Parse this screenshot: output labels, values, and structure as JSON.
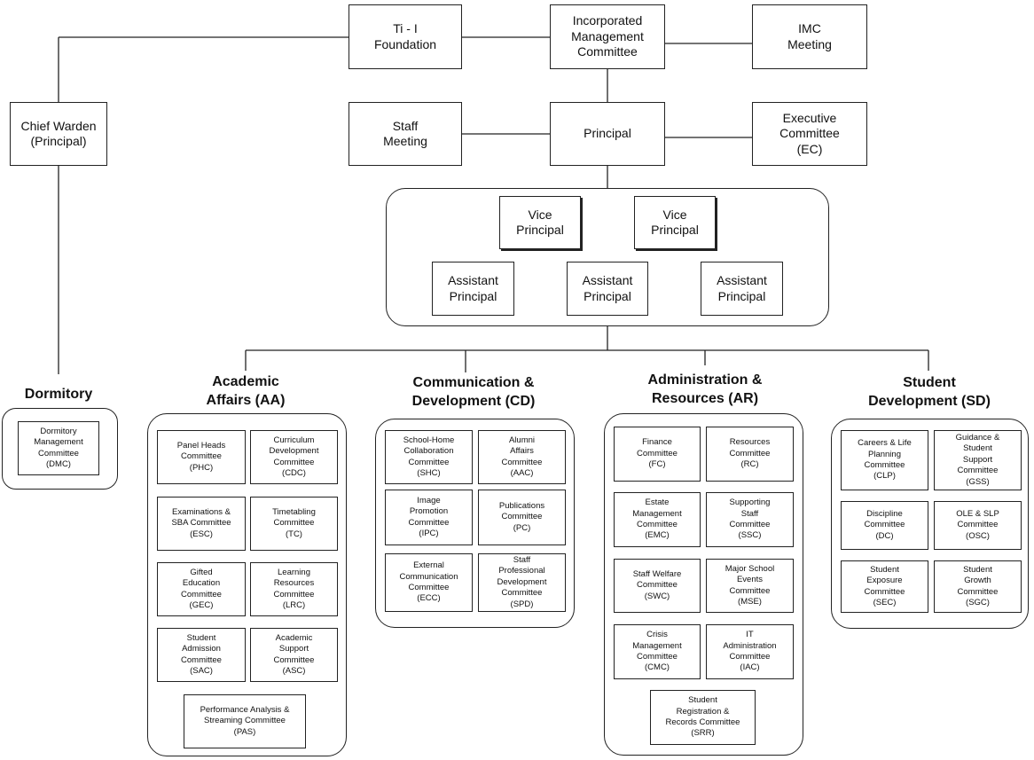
{
  "top": {
    "ti_foundation": "Ti - I\nFoundation",
    "imc": "Incorporated\nManagement\nCommittee",
    "imc_meeting": "IMC\nMeeting",
    "chief_warden": "Chief Warden\n(Principal)",
    "staff_meeting": "Staff\nMeeting",
    "principal": "Principal",
    "executive_committee": "Executive\nCommittee\n(EC)"
  },
  "leadership": {
    "vp1": "Vice\nPrincipal",
    "vp2": "Vice\nPrincipal",
    "ap1": "Assistant\nPrincipal",
    "ap2": "Assistant\nPrincipal",
    "ap3": "Assistant\nPrincipal"
  },
  "dormitory": {
    "heading": "Dormitory",
    "items": [
      "Dormitory\nManagement\nCommittee\n(DMC)"
    ]
  },
  "academic": {
    "heading": "Academic\nAffairs (AA)",
    "items": [
      "Panel Heads\nCommittee\n(PHC)",
      "Curriculum\nDevelopment\nCommittee\n(CDC)",
      "Examinations &\nSBA Committee\n(ESC)",
      "Timetabling\nCommittee\n(TC)",
      "Gifted\nEducation\nCommittee\n(GEC)",
      "Learning\nResources\nCommittee\n(LRC)",
      "Student\nAdmission\nCommittee\n(SAC)",
      "Academic\nSupport\nCommittee\n(ASC)",
      "Performance Analysis &\nStreaming Committee\n(PAS)"
    ]
  },
  "communication": {
    "heading": "Communication &\nDevelopment (CD)",
    "items": [
      "School-Home\nCollaboration\nCommittee\n(SHC)",
      "Alumni\nAffairs\nCommittee\n(AAC)",
      "Image\nPromotion\nCommittee\n(IPC)",
      "Publications\nCommittee\n(PC)",
      "External\nCommunication\nCommittee\n(ECC)",
      "Staff\nProfessional\nDevelopment\nCommittee\n(SPD)"
    ]
  },
  "administration": {
    "heading": "Administration &\nResources (AR)",
    "items": [
      "Finance\nCommittee\n(FC)",
      "Resources\nCommittee\n(RC)",
      "Estate\nManagement\nCommittee\n(EMC)",
      "Supporting\nStaff\nCommittee\n(SSC)",
      "Staff Welfare\nCommittee\n(SWC)",
      "Major School\nEvents\nCommittee\n(MSE)",
      "Crisis\nManagement\nCommittee\n(CMC)",
      "IT\nAdministration\nCommittee\n(IAC)",
      "Student\nRegistration &\nRecords Committee\n(SRR)"
    ]
  },
  "student": {
    "heading": "Student\nDevelopment (SD)",
    "items": [
      "Careers & Life\nPlanning\nCommittee\n(CLP)",
      "Guidance &\nStudent\nSupport\nCommittee\n(GSS)",
      "Discipline\nCommittee\n(DC)",
      "OLE & SLP\nCommittee\n(OSC)",
      "Student\nExposure\nCommittee\n(SEC)",
      "Student\nGrowth\nCommittee\n(SGC)"
    ]
  }
}
